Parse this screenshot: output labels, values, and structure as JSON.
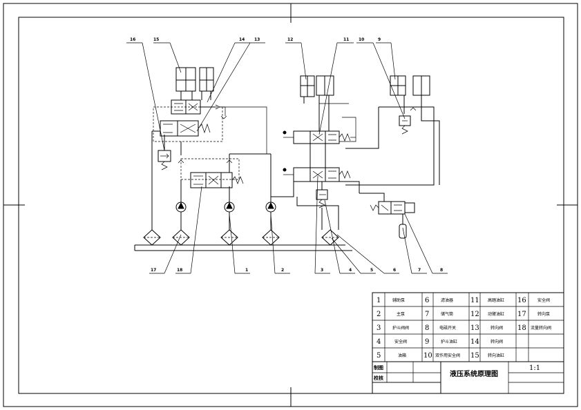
{
  "callouts": [
    "16",
    "15",
    "14",
    "13",
    "12",
    "11",
    "10",
    "9",
    "17",
    "18",
    "1",
    "2",
    "3",
    "4",
    "5",
    "6",
    "7",
    "8"
  ],
  "parts_table": [
    {
      "num": "1",
      "name": "辅助泵",
      "num2": "6",
      "name2": "滤油器",
      "num3": "11",
      "name3": "高踏油缸",
      "num4": "16",
      "name4": "安全阀"
    },
    {
      "num": "2",
      "name": "主泵",
      "num2": "7",
      "name2": "储气筒",
      "num3": "12",
      "name3": "动臂油缸",
      "num4": "17",
      "name4": "转向泵"
    },
    {
      "num": "3",
      "name": "护斗阀阀",
      "num2": "8",
      "name2": "电磁开关",
      "num3": "13",
      "name3": "转向阀",
      "num4": "18",
      "name4": "流量转向阀"
    },
    {
      "num": "4",
      "name": "安全阀",
      "num2": "9",
      "name2": "护斗油缸",
      "num3": "14",
      "name3": "转向阀",
      "num4": "",
      "name4": ""
    },
    {
      "num": "5",
      "name": "油箱",
      "num2": "10",
      "name2": "双作用安全阀",
      "num3": "15",
      "name3": "转向油缸",
      "num4": "",
      "name4": ""
    }
  ],
  "title_block": {
    "drawn_label": "制图",
    "checked_label": "校核",
    "title": "液压系统原理图",
    "scale": "1:1"
  }
}
